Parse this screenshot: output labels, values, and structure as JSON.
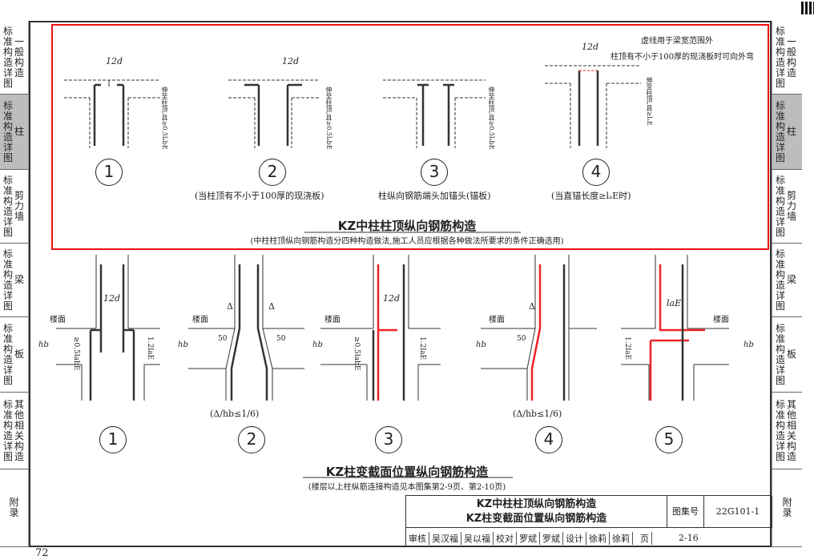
{
  "left_tabs": [
    {
      "c1": "标准构造详图",
      "c2": "一般构造",
      "active": false
    },
    {
      "c1": "标准构造详图",
      "c2": "柱",
      "active": true
    },
    {
      "c1": "标准构造详图",
      "c2": "剪力墙",
      "active": false
    },
    {
      "c1": "标准构造详图",
      "c2": "梁",
      "active": false
    },
    {
      "c1": "标准构造详图",
      "c2": "板",
      "active": false
    },
    {
      "c1": "标准构造详图",
      "c2": "其他相关构造",
      "active": false
    },
    {
      "c1": "附录",
      "c2": "",
      "active": false
    }
  ],
  "top_section": {
    "title": "KZ中柱柱顶纵向钢筋构造",
    "subtitle": "(中柱柱顶纵向钢筋构造分四种构造做法,施工人员应根据各种做法所要求的条件正确选用)",
    "numbers": [
      "1",
      "2",
      "3",
      "4"
    ],
    "captions": [
      "(当柱顶有不小于100厚的现浇板)",
      "柱纵向钢筋端头加锚头(锚板)",
      "(当直锚长度≥lₐE时)"
    ],
    "dim_12d": "12d",
    "dim_label_1": "伸至柱顶,且≥0.5lₐbE",
    "dim_label_4": "伸至柱顶,且≥lₐE",
    "note_1": "虚线用于梁宽范围外",
    "note_2": "柱顶有不小于100厚的现浇板时可向外弯"
  },
  "bottom_section": {
    "title": "KZ柱变截面位置纵向钢筋构造",
    "subtitle": "(楼层以上柱纵筋连接构造见本图集第2-9页、第2-10页)",
    "numbers": [
      "1",
      "2",
      "3",
      "4",
      "5"
    ],
    "floor_label": "楼面",
    "hb": "hb",
    "dim_05": "≥0.5labE",
    "dim_12": "1.2laE",
    "dim_50": "50",
    "dim_12d": "12d",
    "dim_lae": "laE",
    "delta": "Δ",
    "ratio": "(Δ/hb≤1/6)"
  },
  "title_block": {
    "title_line1": "KZ中柱柱顶纵向钢筋构造",
    "title_line2": "KZ柱变截面位置纵向钢筋构造",
    "atlas_label": "图集号",
    "atlas_no": "22G101-1",
    "page_label": "页",
    "page_no": "2-16",
    "signatures": [
      "审核",
      "吴汉福",
      "吴以福",
      "校对",
      "罗斌",
      "罗斌",
      "设计",
      "徐莉",
      "徐莉"
    ]
  },
  "page_number": "72",
  "colors": {
    "accent_red": "#e11111",
    "tab_active": "#bdbdbd"
  }
}
